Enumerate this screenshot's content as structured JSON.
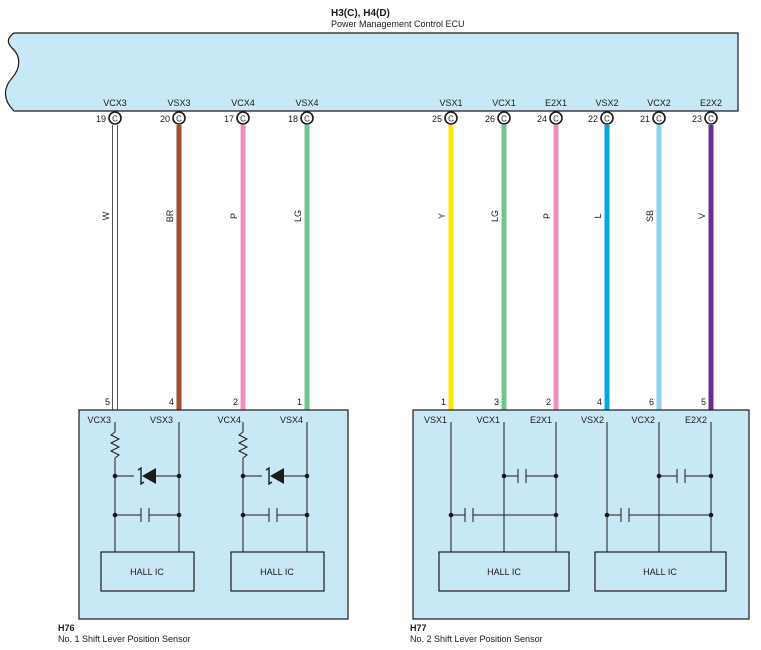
{
  "ecu": {
    "connector_code": "H3(C), H4(D)",
    "name": "Power Management Control ECU"
  },
  "pins": [
    {
      "signal": "VCX3",
      "number": "19",
      "conn": "C",
      "wire": "W",
      "color": "#ffffff",
      "sensor_pin": "5"
    },
    {
      "signal": "VSX3",
      "number": "20",
      "conn": "C",
      "wire": "BR",
      "color": "#a0522d",
      "sensor_pin": "4"
    },
    {
      "signal": "VCX4",
      "number": "17",
      "conn": "C",
      "wire": "P",
      "color": "#f08cbe",
      "sensor_pin": "2"
    },
    {
      "signal": "VSX4",
      "number": "18",
      "conn": "C",
      "wire": "LG",
      "color": "#6fc58d",
      "sensor_pin": "1"
    },
    {
      "signal": "VSX1",
      "number": "25",
      "conn": "C",
      "wire": "Y",
      "color": "#ffe600",
      "sensor_pin": "1"
    },
    {
      "signal": "VCX1",
      "number": "26",
      "conn": "C",
      "wire": "LG",
      "color": "#6fc58d",
      "sensor_pin": "3"
    },
    {
      "signal": "E2X1",
      "number": "24",
      "conn": "C",
      "wire": "P",
      "color": "#f08cbe",
      "sensor_pin": "2"
    },
    {
      "signal": "VSX2",
      "number": "22",
      "conn": "C",
      "wire": "L",
      "color": "#00a9e6",
      "sensor_pin": "4"
    },
    {
      "signal": "VCX2",
      "number": "21",
      "conn": "C",
      "wire": "SB",
      "color": "#8fd3f0",
      "sensor_pin": "6"
    },
    {
      "signal": "E2X2",
      "number": "23",
      "conn": "C",
      "wire": "V",
      "color": "#6a2c8f",
      "sensor_pin": "5"
    }
  ],
  "sensor1": {
    "code": "H76",
    "name": "No.  1 Shift Lever Position Sensor",
    "pins": [
      "VCX3",
      "VSX3",
      "VCX4",
      "VSX4"
    ],
    "ic_labels": [
      "HALL IC",
      "HALL IC"
    ]
  },
  "sensor2": {
    "code": "H77",
    "name": "No.  2 Shift Lever Position Sensor",
    "pins": [
      "VSX1",
      "VCX1",
      "E2X1",
      "VSX2",
      "VCX2",
      "E2X2"
    ],
    "ic_labels": [
      "HALL IC",
      "HALL IC"
    ]
  },
  "colors": {
    "box_fill": "#c9e8f5",
    "line": "#1a1a1a"
  }
}
